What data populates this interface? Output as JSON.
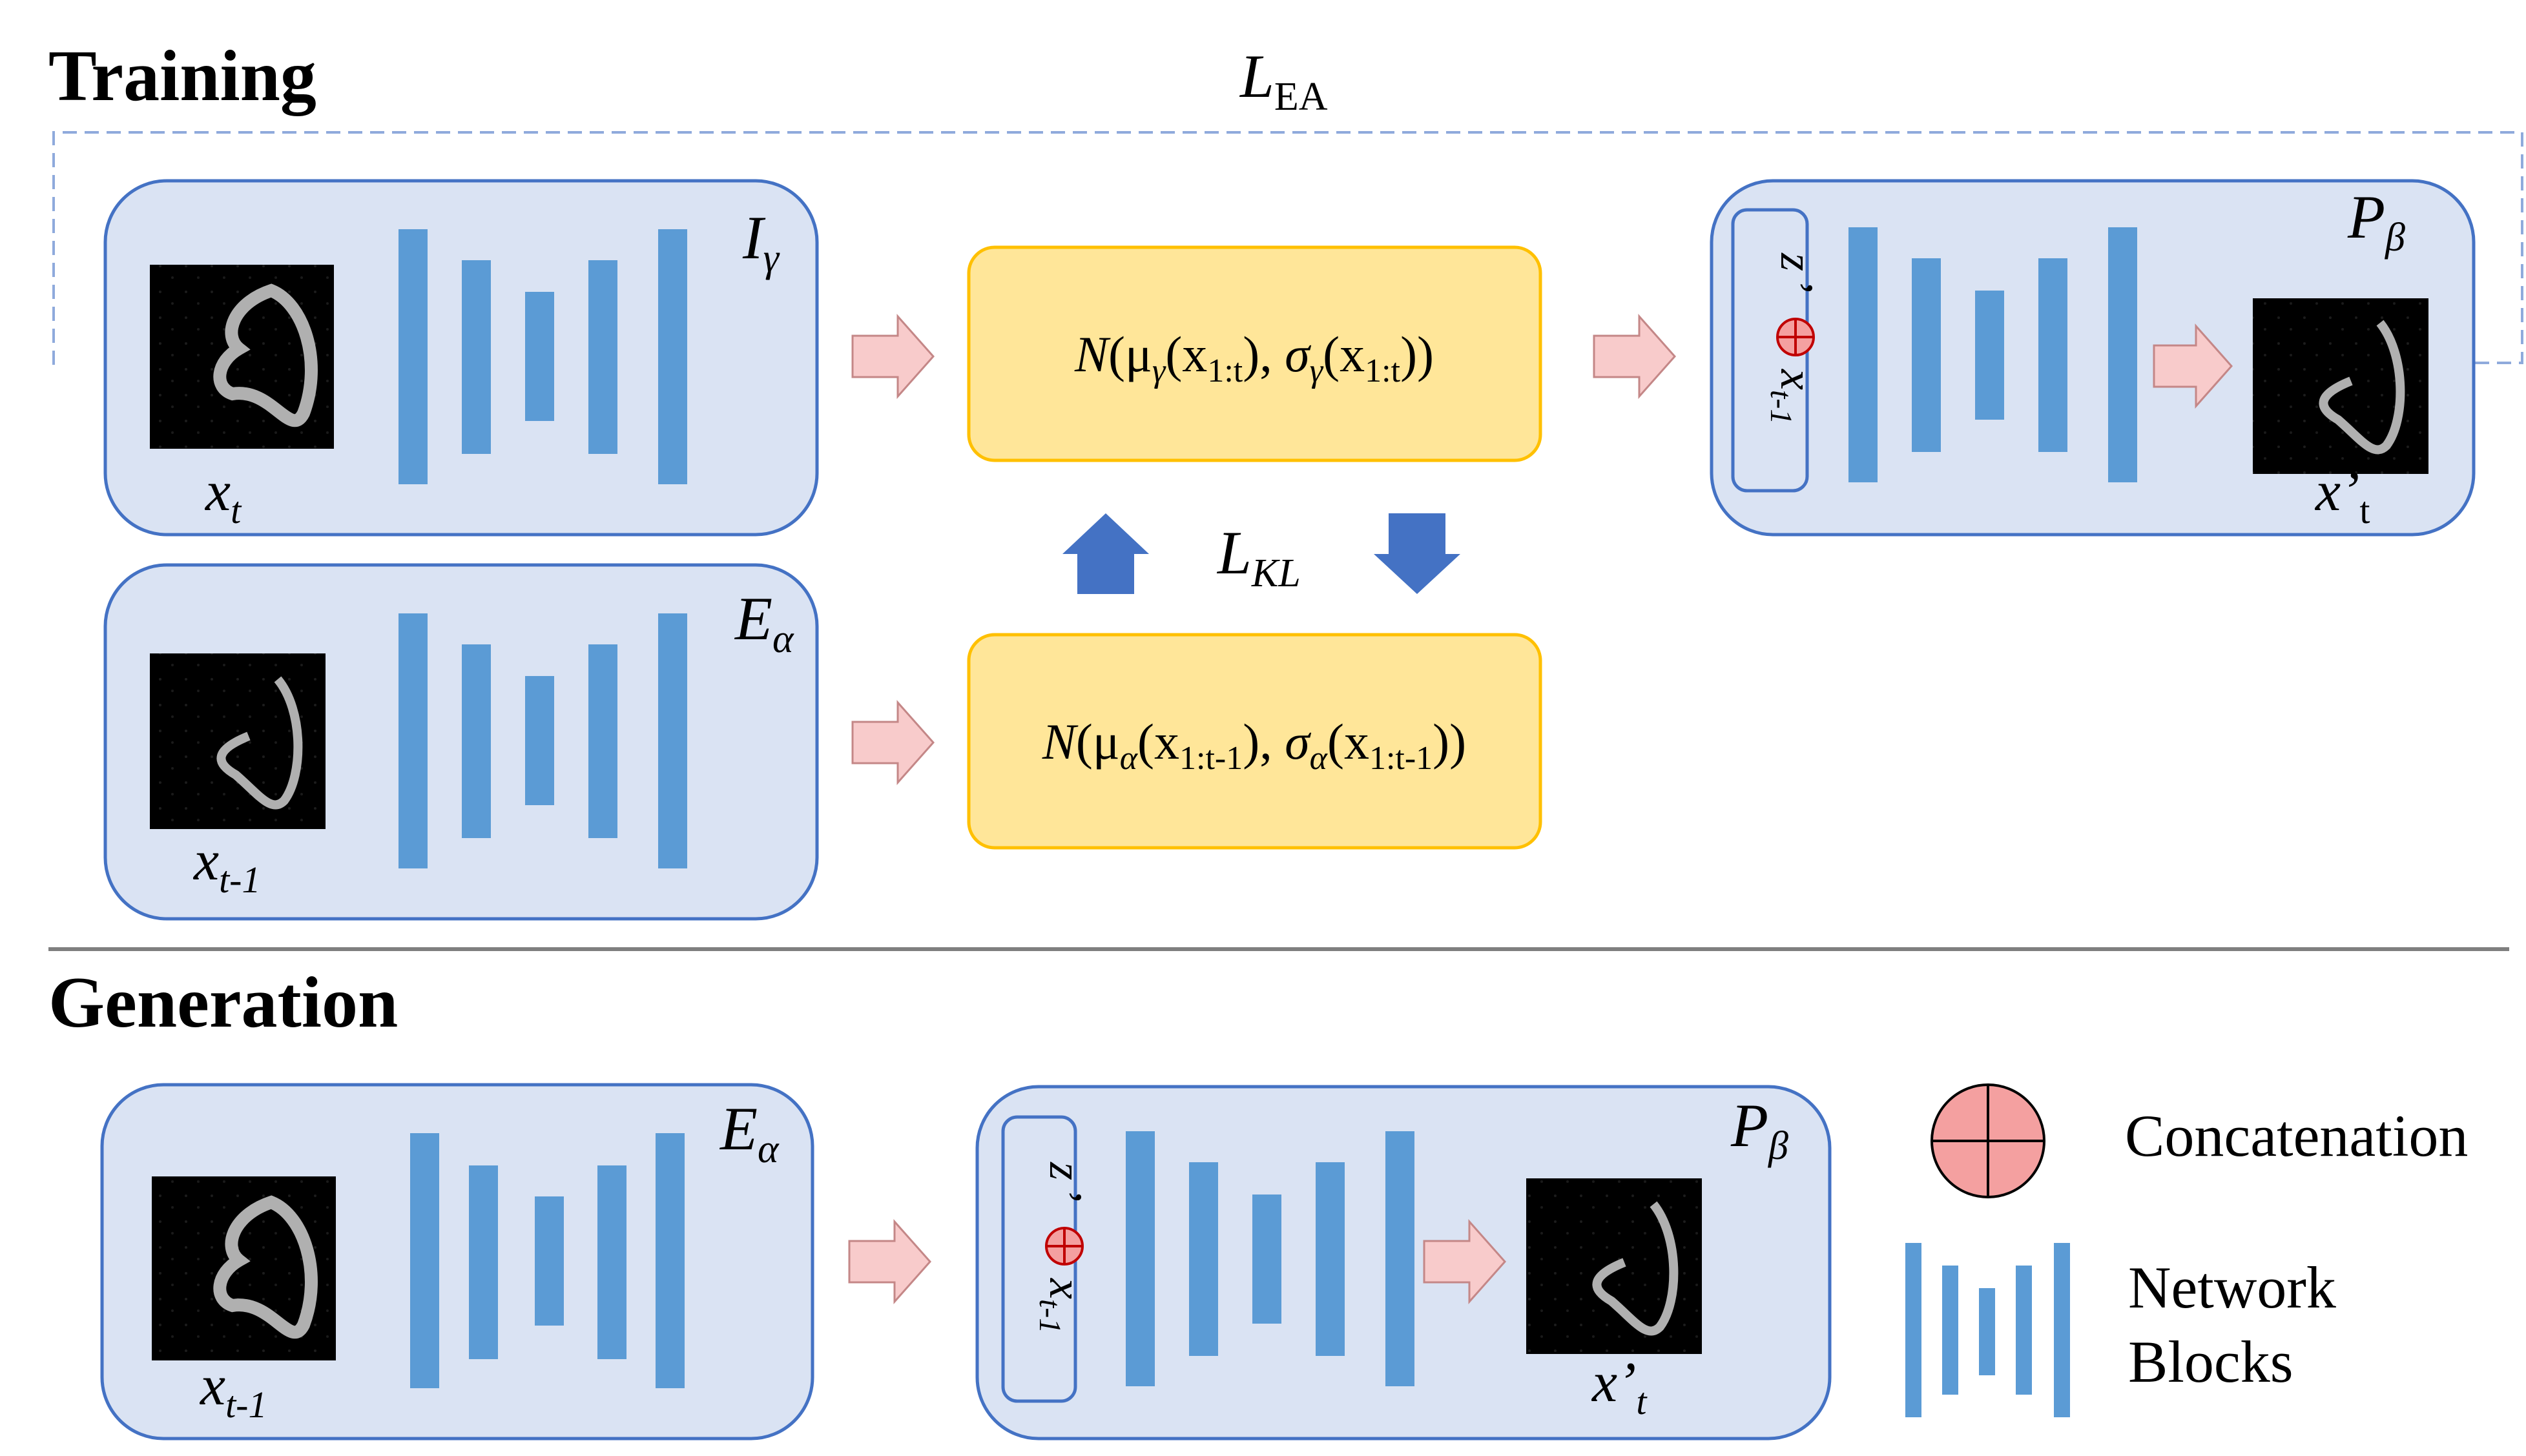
{
  "sections": {
    "training": "Training",
    "generation": "Generation"
  },
  "losses": {
    "ea": {
      "main": "L",
      "sub": "EA"
    },
    "kl": {
      "main": "L",
      "sub": "KL"
    }
  },
  "networks": {
    "inference": {
      "main": "I",
      "sub": "γ"
    },
    "encoder": {
      "main": "E",
      "sub": "α"
    },
    "predictor": {
      "main": "P",
      "sub": "β"
    }
  },
  "image_labels": {
    "xt": {
      "main": "x",
      "sub": "t"
    },
    "xt1": {
      "main": "x",
      "sub": "t-1"
    },
    "xpt_training": {
      "main": "x’",
      "sub": "t"
    },
    "xpt_generation": {
      "main": "x’",
      "sub": "t"
    }
  },
  "distributions": {
    "posterior": {
      "n": "N",
      "mu": "μ",
      "mu_sub": "γ",
      "x_open": "(x",
      "x_sub": "1:t",
      "mid": "), ",
      "sigma": "σ",
      "sigma_sub": "γ",
      "x2_open": "(x",
      "x2_sub": "1:t",
      "close": "))"
    },
    "prior": {
      "n": "N",
      "mu": "μ",
      "mu_sub": "α",
      "x_open": "(x",
      "x_sub": "1:t-1",
      "mid": "), ",
      "sigma": "σ",
      "sigma_sub": "α",
      "x2_open": "(x",
      "x2_sub": "1:t-1",
      "close": "))"
    }
  },
  "concat_input": {
    "z": "z",
    "x_main": "x",
    "x_sub": "t-1"
  },
  "legend": {
    "concatenation": "Concatenation",
    "network_line1": "Network",
    "network_line2": "Blocks"
  },
  "colors": {
    "panel_fill": "#dae3f3",
    "panel_stroke": "#4472c4",
    "block": "#5b9bd5",
    "dist_fill": "#ffe699",
    "dist_stroke": "#ffc000",
    "arrow_fill": "#f8cbcb",
    "arrow_stroke": "#c48787",
    "kl_arrow": "#4472c4",
    "concat_fill": "#f4a0a0"
  }
}
